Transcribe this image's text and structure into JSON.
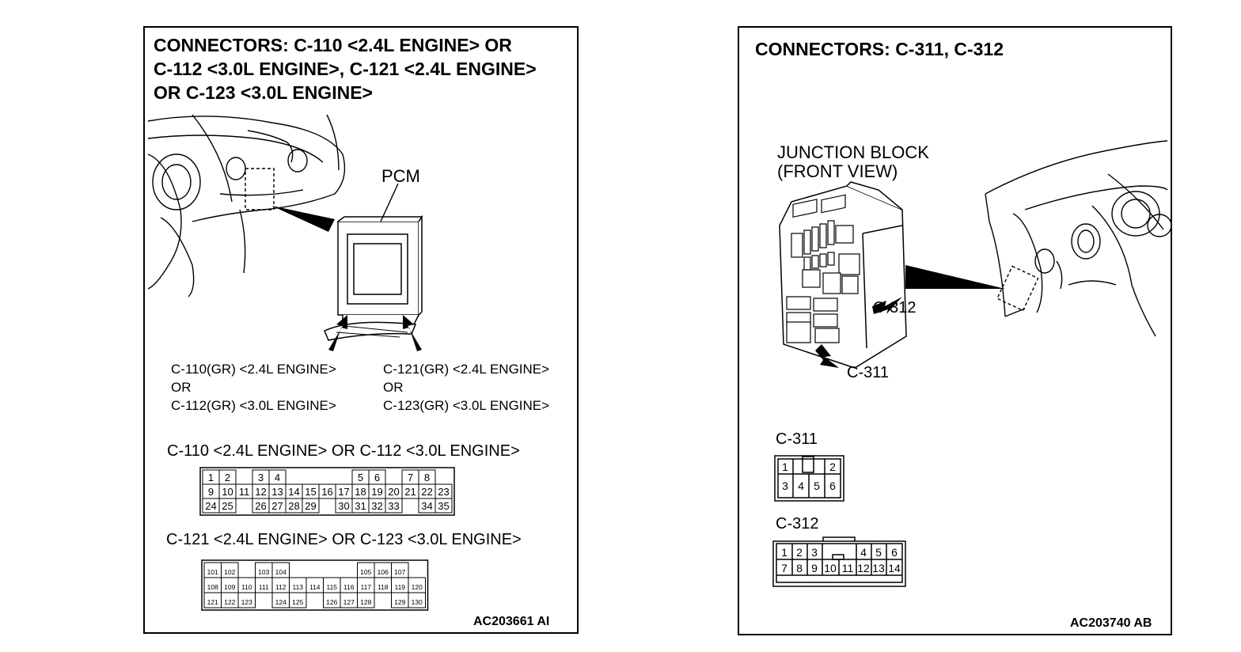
{
  "left_panel": {
    "title_lines": [
      "CONNECTORS: C-110 <2.4L ENGINE> OR",
      "C-112 <3.0L ENGINE>, C-121 <2.4L ENGINE>",
      "OR C-123 <3.0L ENGINE>"
    ],
    "pcm_label": "PCM",
    "conn_a_lines": [
      "C-110(GR) <2.4L ENGINE>",
      "OR",
      "C-112(GR) <3.0L ENGINE>"
    ],
    "conn_b_lines": [
      "C-121(GR) <2.4L ENGINE>",
      "OR",
      "C-123(GR) <3.0L ENGINE>"
    ],
    "face1_title": "C-110 <2.4L ENGINE> OR C-112 <3.0L ENGINE>",
    "face1_rows": [
      [
        "1",
        "2",
        "",
        "3",
        "4",
        "",
        "",
        "",
        "",
        "5",
        "6",
        "",
        "7",
        "8"
      ],
      [
        "9",
        "10",
        "11",
        "12",
        "13",
        "14",
        "15",
        "16",
        "17",
        "18",
        "19",
        "20",
        "21",
        "22",
        "23"
      ],
      [
        "24",
        "25",
        "",
        "26",
        "27",
        "28",
        "29",
        "",
        "30",
        "31",
        "32",
        "33",
        "",
        "34",
        "35"
      ]
    ],
    "face2_title": "C-121 <2.4L ENGINE> OR C-123 <3.0L ENGINE>",
    "face2_rows": [
      [
        "101",
        "102",
        "",
        "103",
        "104",
        "",
        "",
        "",
        "",
        "105",
        "106",
        "107"
      ],
      [
        "108",
        "109",
        "110",
        "111",
        "112",
        "113",
        "114",
        "115",
        "116",
        "117",
        "118",
        "119",
        "120"
      ],
      [
        "121",
        "122",
        "123",
        "",
        "124",
        "125",
        "",
        "126",
        "127",
        "128",
        "",
        "129",
        "130"
      ]
    ],
    "code": "AC203661 AI"
  },
  "right_panel": {
    "title": "CONNECTORS: C-311, C-312",
    "jb_lines": [
      "JUNCTION BLOCK",
      "(FRONT VIEW)"
    ],
    "c312_callout": "C-312",
    "c311_callout": "C-311",
    "c311_title": "C-311",
    "c311_pins": [
      "1",
      "2",
      "3",
      "4",
      "5",
      "6"
    ],
    "c312_title": "C-312",
    "c312_pins_top": [
      "1",
      "2",
      "3",
      "4",
      "5",
      "6"
    ],
    "c312_pins_bottom": [
      "7",
      "8",
      "9",
      "10",
      "11",
      "12",
      "13",
      "14"
    ],
    "code": "AC203740 AB"
  }
}
